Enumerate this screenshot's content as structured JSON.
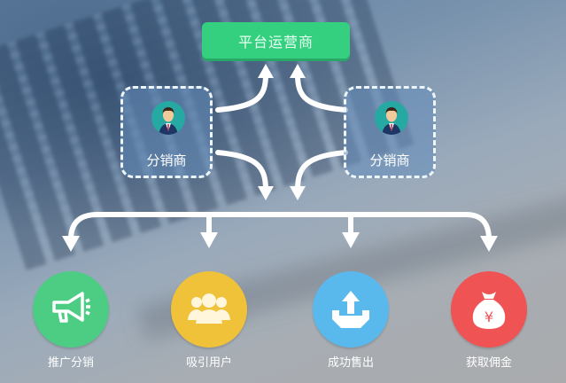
{
  "top_node": {
    "label": "平台运营商",
    "color": "#34d07f"
  },
  "distributors": [
    {
      "label": "分销商",
      "icon": "businessman-avatar-icon"
    },
    {
      "label": "分销商",
      "icon": "businessman-avatar-icon"
    }
  ],
  "steps": [
    {
      "label": "推广分销",
      "icon": "megaphone-icon",
      "color": "#4dcc83"
    },
    {
      "label": "吸引用户",
      "icon": "users-group-icon",
      "color": "#f0c23a"
    },
    {
      "label": "成功售出",
      "icon": "upload-tray-icon",
      "color": "#5ab9ec"
    },
    {
      "label": "获取佣金",
      "icon": "money-bag-yen-icon",
      "color": "#f05353"
    }
  ],
  "money_symbol": "¥"
}
